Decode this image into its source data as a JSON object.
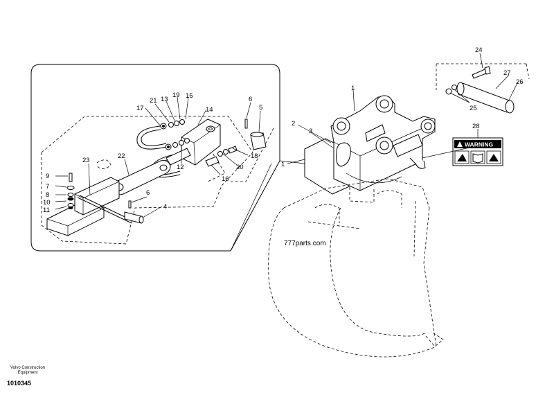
{
  "watermark": "777parts.com",
  "warning_label": {
    "text": "WARNING"
  },
  "footer": {
    "organization": "Volvo Construction Equipment",
    "drawing_number": "1010345"
  },
  "callouts": {
    "c1a": "1",
    "c1b": "1",
    "c2": "2",
    "c3": "3",
    "c4": "4",
    "c5": "5",
    "c6a": "6",
    "c6b": "6",
    "c7": "7",
    "c8": "8",
    "c9": "9",
    "c10": "10",
    "c11": "11",
    "c12": "12",
    "c13": "13",
    "c14": "14",
    "c15": "15",
    "c16": "16",
    "c17": "17",
    "c18": "18",
    "c19": "19",
    "c20": "20",
    "c21": "21",
    "c22": "22",
    "c23": "23",
    "c24": "24",
    "c25": "25",
    "c26": "26",
    "c27": "27",
    "c28": "28"
  }
}
